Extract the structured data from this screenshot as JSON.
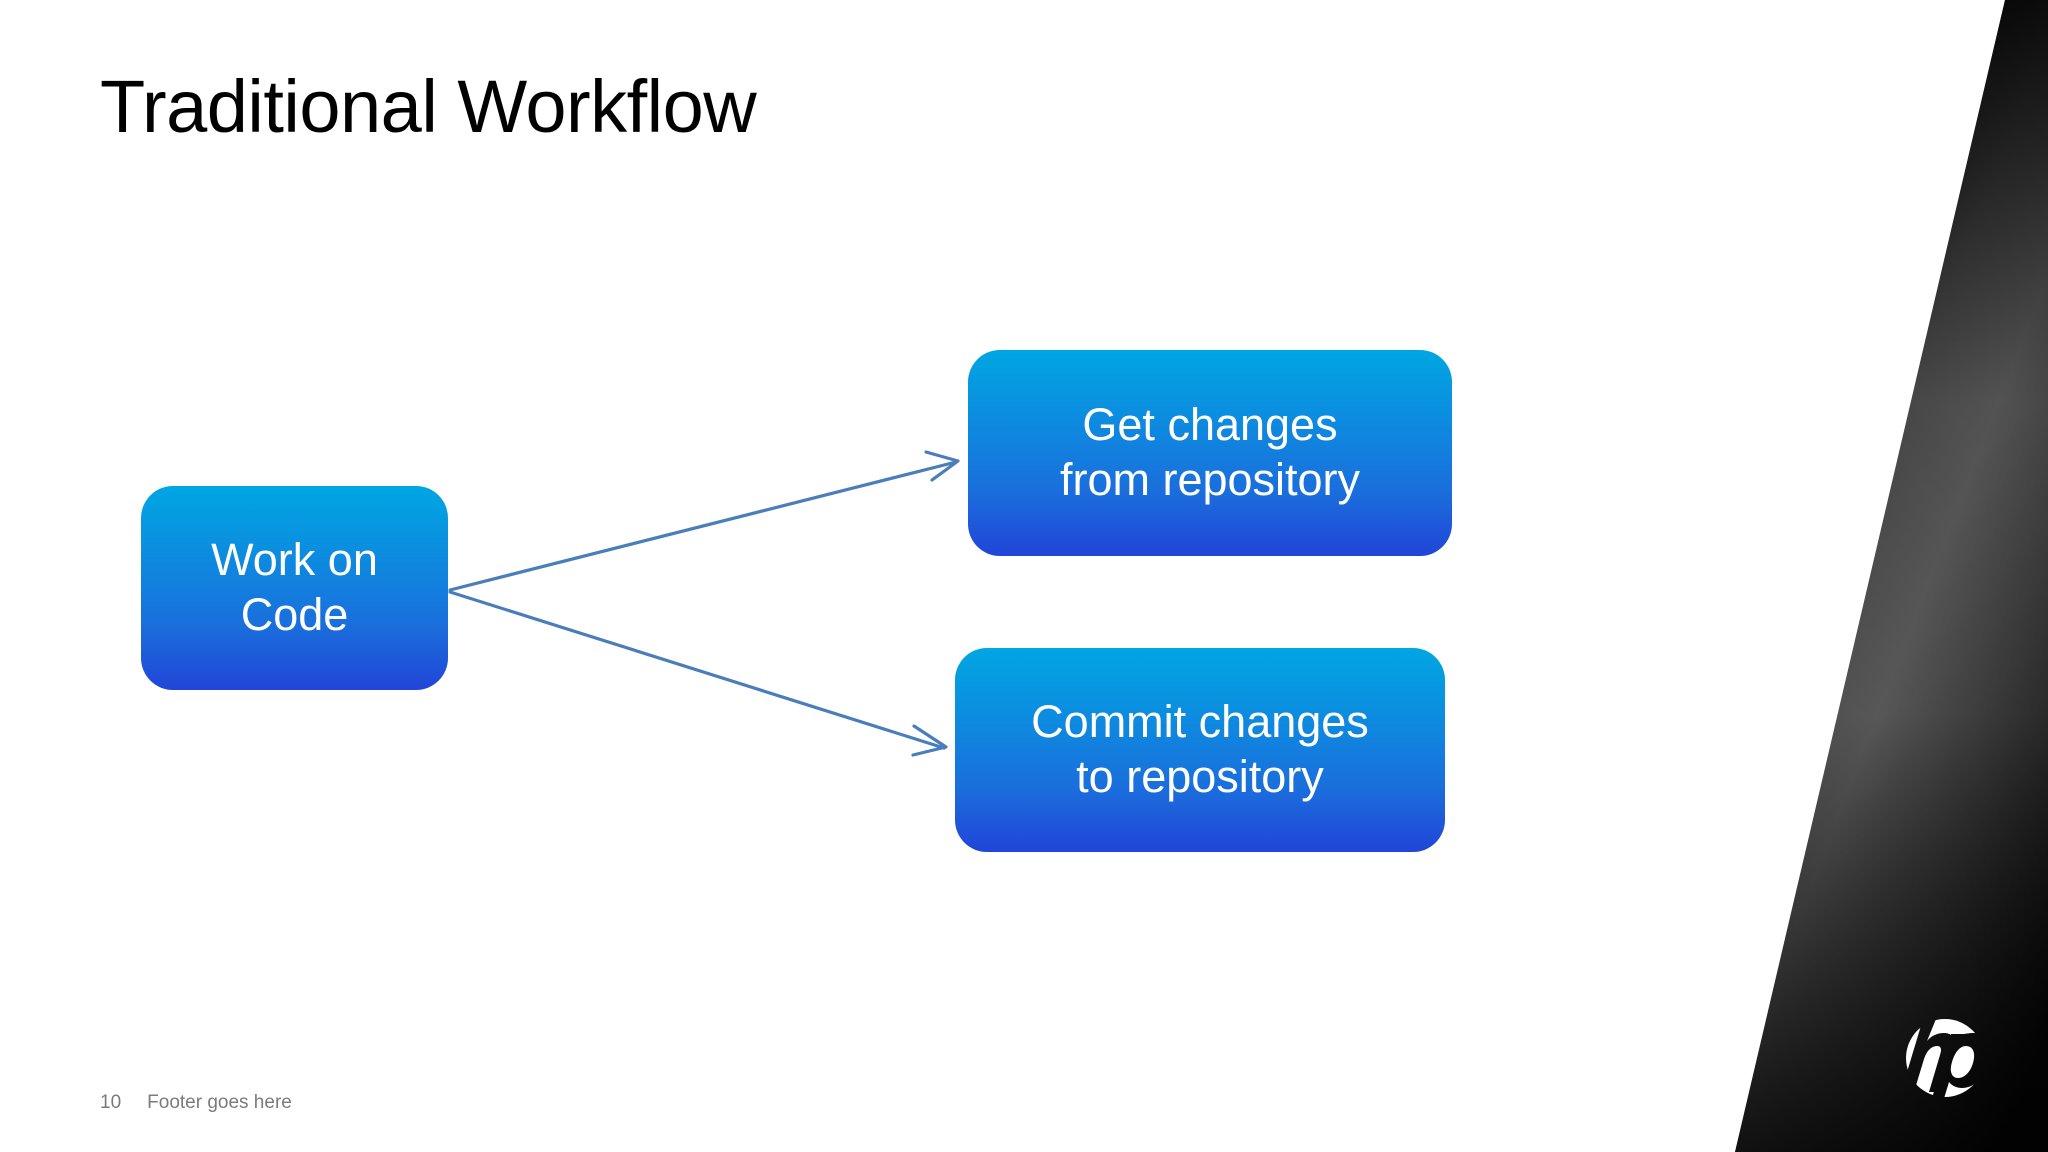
{
  "slide": {
    "title": "Traditional Workflow",
    "background_color": "#ffffff",
    "title_color": "#000000"
  },
  "diagram": {
    "type": "flow",
    "accent_color": "#0b8fe0",
    "box_gradient_top": "#00a6e2",
    "box_gradient_bottom": "#2145d8",
    "box_text_color": "#ffffff",
    "connector_color": "#4a7ebb",
    "nodes": [
      {
        "id": "work-on-code",
        "label": "Work on\nCode",
        "line1": "Work on",
        "line2": "Code"
      },
      {
        "id": "get-changes",
        "label": "Get changes\nfrom repository",
        "line1": "Get changes",
        "line2": "from repository"
      },
      {
        "id": "commit-changes",
        "label": "Commit changes\nto repository",
        "line1": "Commit changes",
        "line2": "to repository"
      }
    ],
    "connectors": [
      {
        "from": "work-on-code",
        "to": "get-changes",
        "style": "open-arrow"
      },
      {
        "from": "work-on-code",
        "to": "commit-changes",
        "style": "open-arrow"
      }
    ]
  },
  "footer": {
    "page_number": "10",
    "text": "Footer goes here",
    "color": "#7b7b7b"
  },
  "branding": {
    "logo_name": "hp-logo",
    "logo_text": "hp",
    "wedge_color_dark": "#0d0d0d",
    "wedge_color_light": "#5c5c5c",
    "logo_color": "#ffffff"
  }
}
